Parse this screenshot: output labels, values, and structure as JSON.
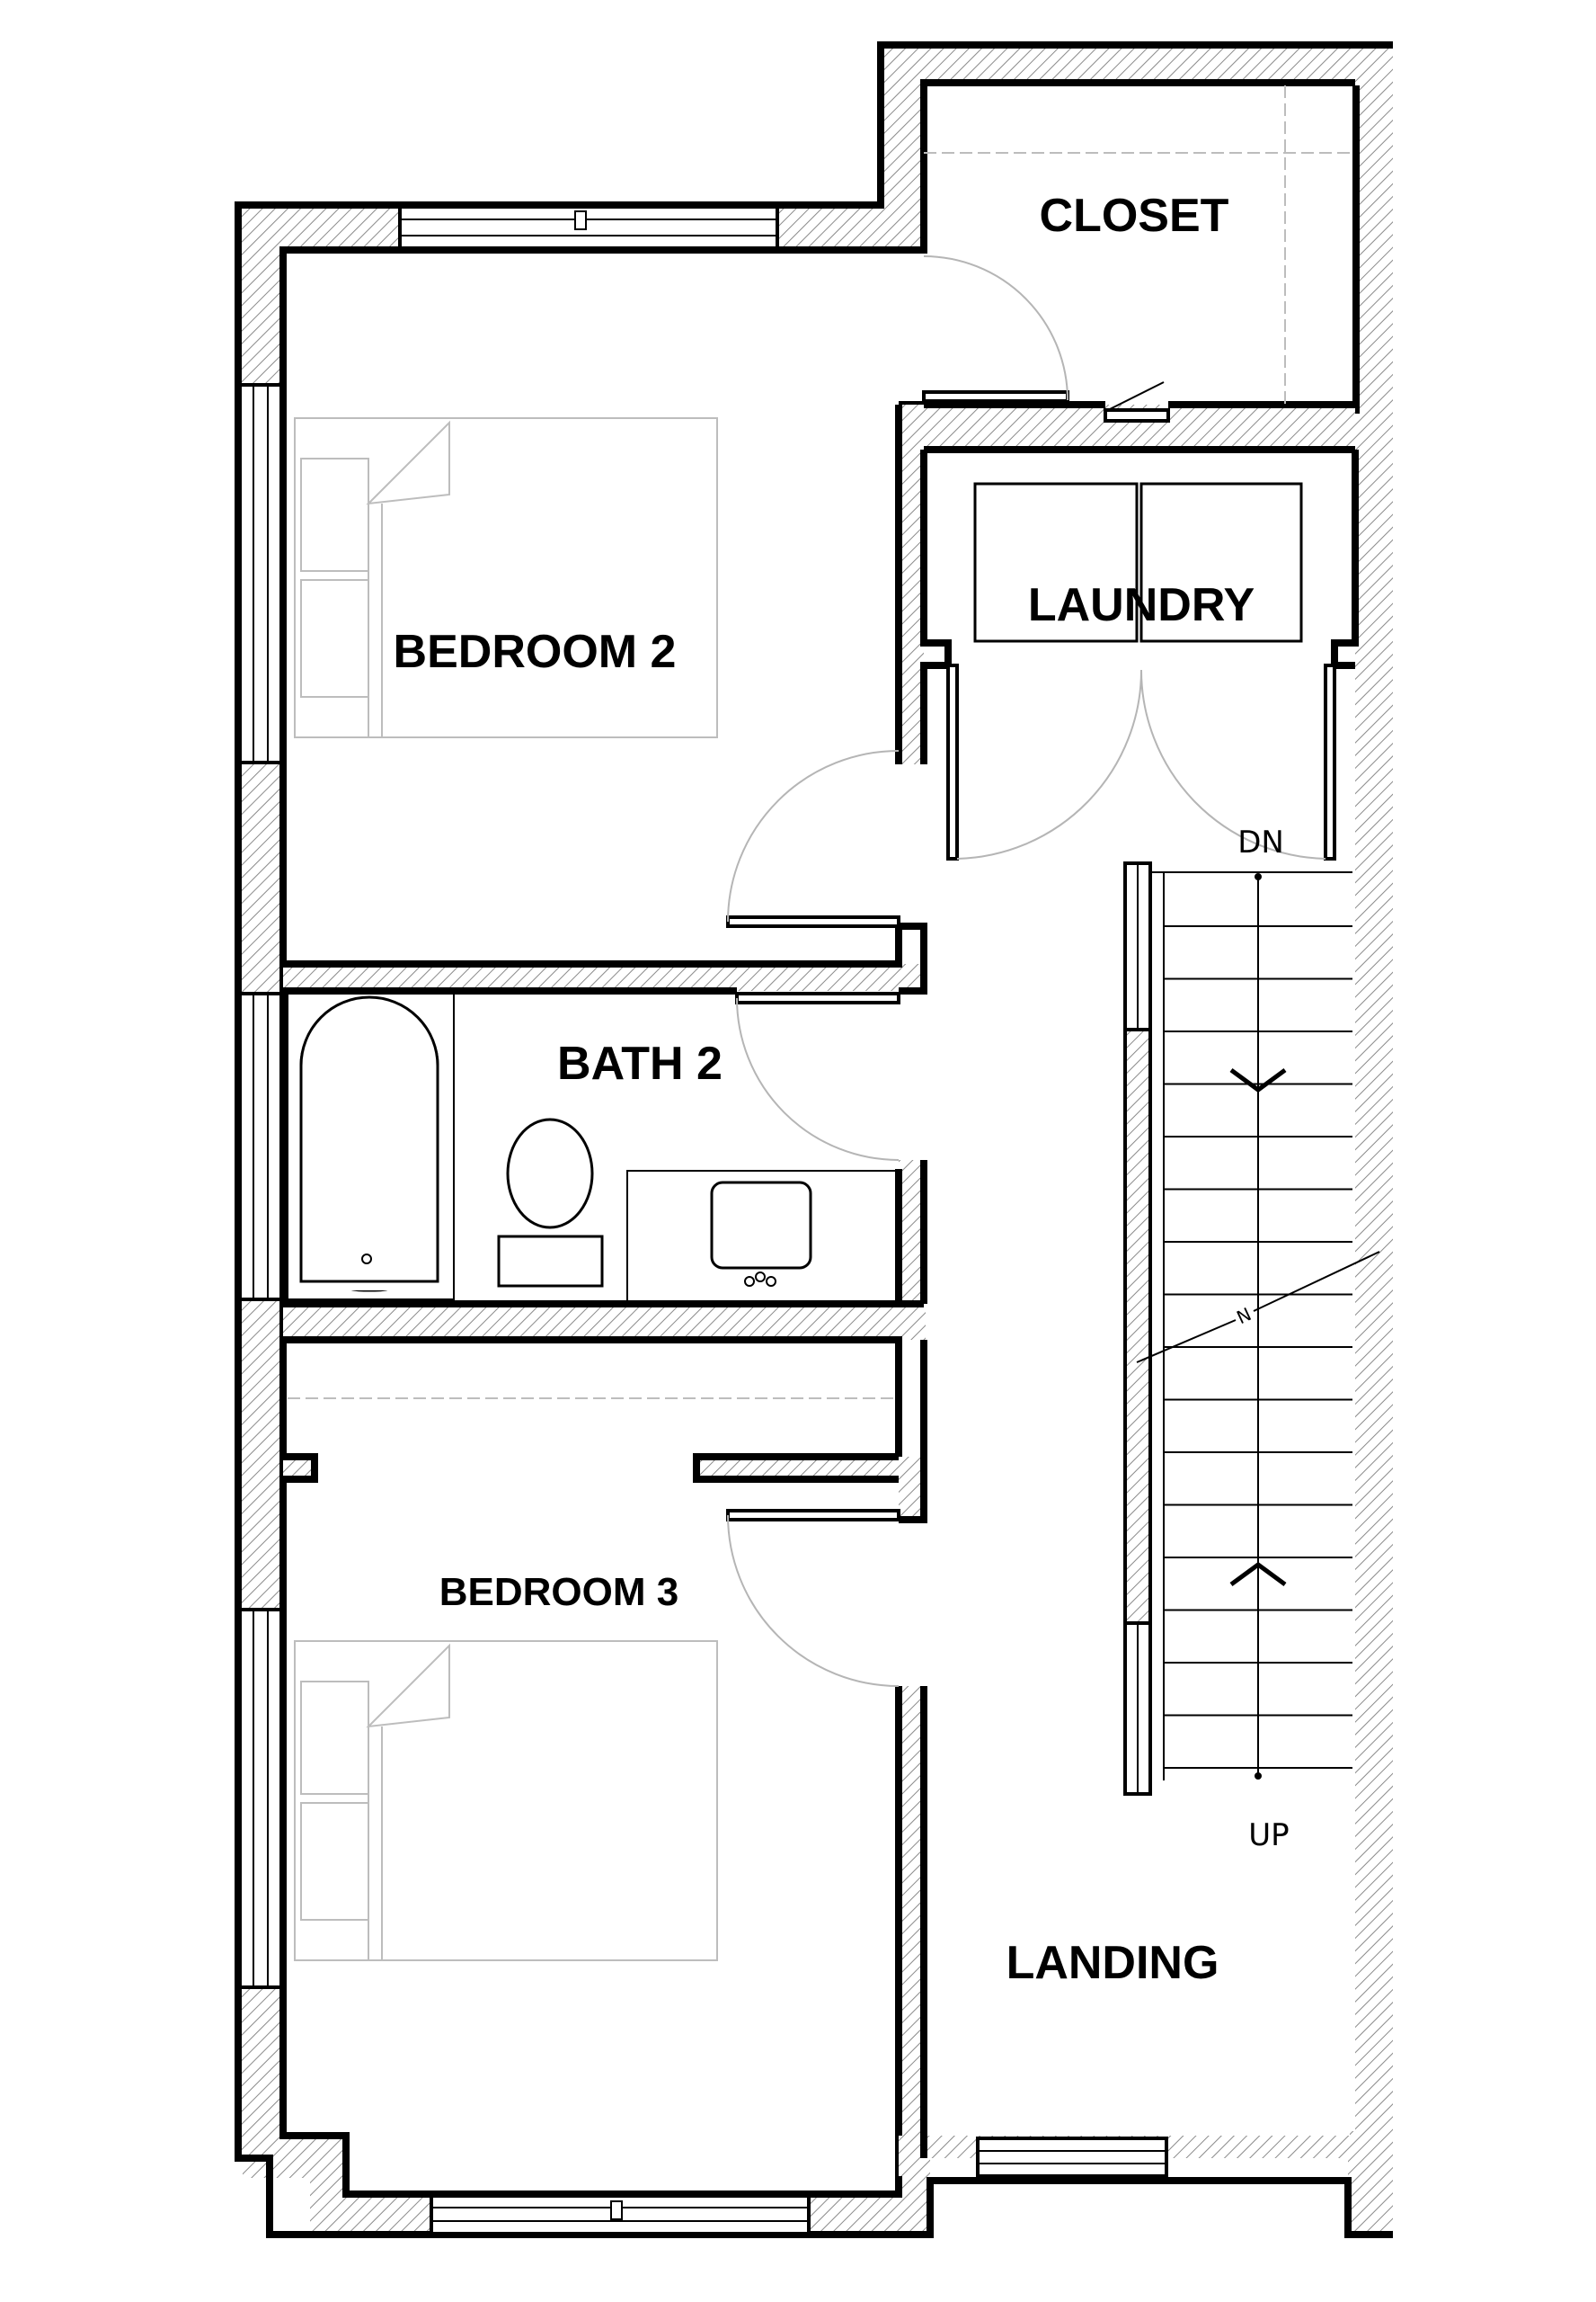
{
  "plan": {
    "rooms": {
      "closet": "CLOSET",
      "laundry": "LAUNDRY",
      "bedroom2": "BEDROOM 2",
      "bath2": "BATH 2",
      "bedroom3": "BEDROOM 3",
      "landing": "LANDING"
    },
    "stairs": {
      "down": "DN",
      "up": "UP",
      "break_mark": "N"
    }
  }
}
